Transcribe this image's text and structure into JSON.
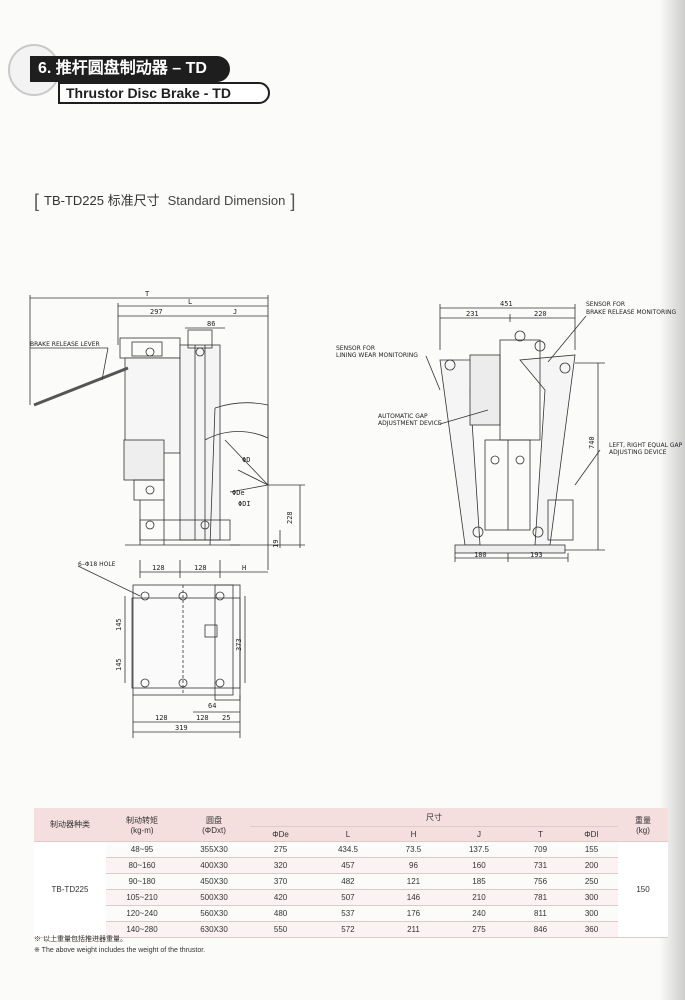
{
  "header": {
    "title_cn": "6. 推杆圆盘制动器 – TD",
    "title_en": "Thrustor Disc Brake - TD",
    "section_prefix": "[ ",
    "section_cn": "TB-TD225 标准尺寸",
    "section_en": "Standard Dimension",
    "section_suffix": " ]"
  },
  "drawing": {
    "labels": {
      "T": "T",
      "L": "L",
      "d297": "297",
      "J": "J",
      "d86": "86",
      "brake_release_lever": "BRAKE RELEASE LEVER",
      "phiD": "ΦD",
      "phiDe": "ΦDe",
      "phiDI": "ΦDI",
      "d228": "228",
      "d19": "19",
      "hole": "6–Φ18 HOLE",
      "d128a": "128",
      "d128b": "128",
      "H": "H",
      "d145a": "145",
      "d145b": "145",
      "d373": "373",
      "d64": "64",
      "d128c": "128",
      "d128d": "128",
      "d25": "25",
      "d319": "319",
      "d451": "451",
      "d231": "231",
      "d220": "220",
      "sensor_release_1": "SENSOR FOR",
      "sensor_release_2": "BRAKE RELEASE MONITORING",
      "sensor_wear_1": "SENSOR FOR",
      "sensor_wear_2": "LINING WEAR MONITORING",
      "gap_1": "AUTOMATIC GAP",
      "gap_2": "ADJUSTMENT DEVICE",
      "equal_1": "LEFT, RIGHT EQUAL GAP",
      "equal_2": "ADJUSTING DEVICE",
      "d740": "740",
      "d180": "180",
      "d193": "193"
    }
  },
  "table": {
    "h_model": "制动器种类",
    "h_torque": "制动转矩",
    "h_torque_unit": "(kg-m)",
    "h_disc": "圆盘",
    "h_disc_unit": "(ΦDxt)",
    "h_dim": "尺寸",
    "h_weight": "重量",
    "h_weight_unit": "(kg)",
    "dim_cols": [
      "ΦDe",
      "L",
      "H",
      "J",
      "T",
      "ΦDI"
    ],
    "model": "TB-TD225",
    "weight": "150",
    "rows": [
      {
        "torque": "48~95",
        "disc": "355X30",
        "De": "275",
        "L": "434.5",
        "H": "73.5",
        "J": "137.5",
        "T": "709",
        "DI": "155"
      },
      {
        "torque": "80~160",
        "disc": "400X30",
        "De": "320",
        "L": "457",
        "H": "96",
        "J": "160",
        "T": "731",
        "DI": "200"
      },
      {
        "torque": "90~180",
        "disc": "450X30",
        "De": "370",
        "L": "482",
        "H": "121",
        "J": "185",
        "T": "756",
        "DI": "250"
      },
      {
        "torque": "105~210",
        "disc": "500X30",
        "De": "420",
        "L": "507",
        "H": "146",
        "J": "210",
        "T": "781",
        "DI": "300"
      },
      {
        "torque": "120~240",
        "disc": "560X30",
        "De": "480",
        "L": "537",
        "H": "176",
        "J": "240",
        "T": "811",
        "DI": "300"
      },
      {
        "torque": "140~280",
        "disc": "630X30",
        "De": "550",
        "L": "572",
        "H": "211",
        "J": "275",
        "T": "846",
        "DI": "360"
      }
    ]
  },
  "notes": {
    "cn": "※ 以上重量包括推进器重量。",
    "en": "※ The above weight includes the weight of the thrustor."
  }
}
